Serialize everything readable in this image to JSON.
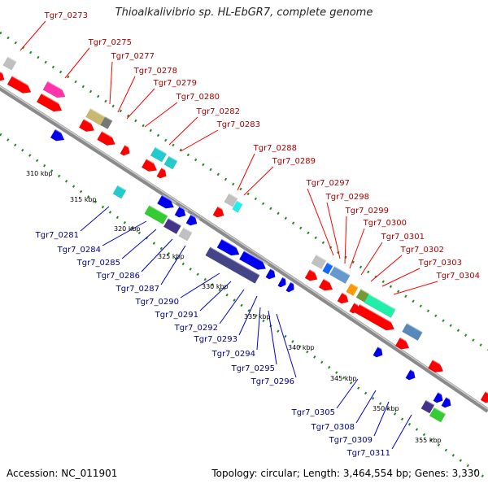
{
  "header": {
    "title": "Thioalkalivibrio sp. HL-EbGR7, complete genome"
  },
  "footer": {
    "accession": "Accession: NC_011901",
    "topology": "Topology: circular; Length: 3,464,554 bp; Genes: 3,330"
  },
  "colors": {
    "forward_gene": "#ff0000",
    "reverse_gene": "#0000ee",
    "backbone": "#808080",
    "frame_dots": "#228822",
    "label_line_top": "#ff0000",
    "label_line_bottom": "#0000cc"
  },
  "top_labels": [
    "Tgr7_0273",
    "Tgr7_0275",
    "Tgr7_0277",
    "Tgr7_0278",
    "Tgr7_0279",
    "Tgr7_0280",
    "Tgr7_0282",
    "Tgr7_0283",
    "Tgr7_0288",
    "Tgr7_0289",
    "Tgr7_0297",
    "Tgr7_0298",
    "Tgr7_0299",
    "Tgr7_0300",
    "Tgr7_0301",
    "Tgr7_0302",
    "Tgr7_0303",
    "Tgr7_0304"
  ],
  "bottom_labels": [
    "Tgr7_0281",
    "Tgr7_0284",
    "Tgr7_0285",
    "Tgr7_0286",
    "Tgr7_0287",
    "Tgr7_0290",
    "Tgr7_0291",
    "Tgr7_0292",
    "Tgr7_0293",
    "Tgr7_0294",
    "Tgr7_0295",
    "Tgr7_0296",
    "Tgr7_0305",
    "Tgr7_0308",
    "Tgr7_0309",
    "Tgr7_0311"
  ],
  "kbp_ticks": [
    "310 kbp",
    "315 kbp",
    "320 kbp",
    "325 kbp",
    "330 kbp",
    "335 kbp",
    "340 kbp",
    "345 kbp",
    "350 kbp",
    "355 kbp"
  ]
}
